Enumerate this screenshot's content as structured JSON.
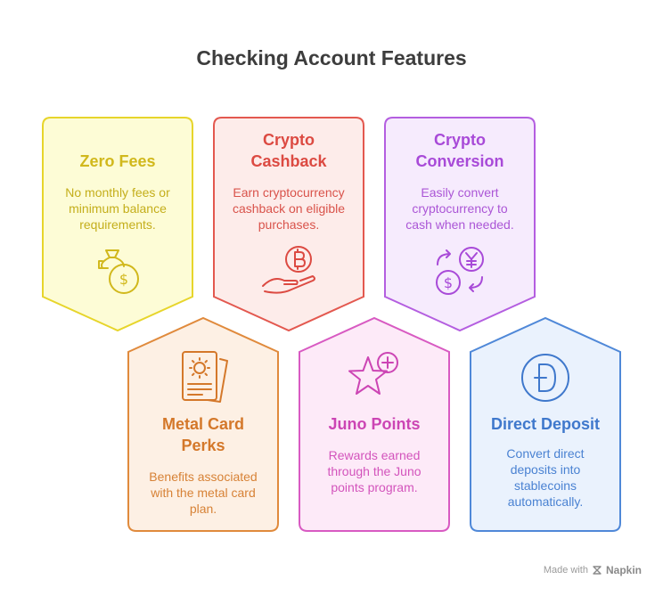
{
  "title": "Checking Account Features",
  "cards": [
    {
      "heading_lines": [
        "Zero Fees",
        ""
      ],
      "description_lines": [
        "No monthly fees or",
        "minimum balance",
        "requirements."
      ],
      "icon": "money-bag-icon",
      "colors": {
        "fill": "#fdfcd6",
        "stroke": "#e7d52b",
        "heading": "#d1b81c",
        "text": "#c4ae1b"
      }
    },
    {
      "heading_lines": [
        "Crypto",
        "Cashback"
      ],
      "description_lines": [
        "Earn cryptocurrency",
        "cashback on eligible",
        "purchases."
      ],
      "icon": "bitcoin-hand-icon",
      "colors": {
        "fill": "#fdecea",
        "stroke": "#e3584f",
        "heading": "#dc4a42",
        "text": "#d9534b"
      }
    },
    {
      "heading_lines": [
        "Crypto",
        "Conversion"
      ],
      "description_lines": [
        "Easily convert",
        "cryptocurrency to",
        "cash when needed."
      ],
      "icon": "currency-exchange-icon",
      "colors": {
        "fill": "#f6ebfd",
        "stroke": "#b45ee0",
        "heading": "#a84ad8",
        "text": "#ab56d6"
      }
    },
    {
      "heading_lines": [
        "Metal Card",
        "Perks"
      ],
      "description_lines": [
        "Benefits associated",
        "with the metal card",
        "plan."
      ],
      "icon": "metal-card-icon",
      "colors": {
        "fill": "#fdf0e4",
        "stroke": "#e08a3c",
        "heading": "#d4782a",
        "text": "#d78236"
      }
    },
    {
      "heading_lines": [
        "Juno Points",
        ""
      ],
      "description_lines": [
        "Rewards earned",
        "through the Juno",
        "points program."
      ],
      "icon": "star-plus-icon",
      "colors": {
        "fill": "#fdeaf8",
        "stroke": "#d85ac2",
        "heading": "#cc45b4",
        "text": "#d354bc"
      }
    },
    {
      "heading_lines": [
        "Direct Deposit",
        ""
      ],
      "description_lines": [
        "Convert direct",
        "deposits into",
        "stablecoins",
        "automatically."
      ],
      "icon": "dogecoin-icon",
      "colors": {
        "fill": "#eaf2fd",
        "stroke": "#4f88d8",
        "heading": "#3f78cc",
        "text": "#4a82d2"
      }
    }
  ],
  "footer": {
    "made_with": "Made with",
    "brand": "Napkin"
  }
}
